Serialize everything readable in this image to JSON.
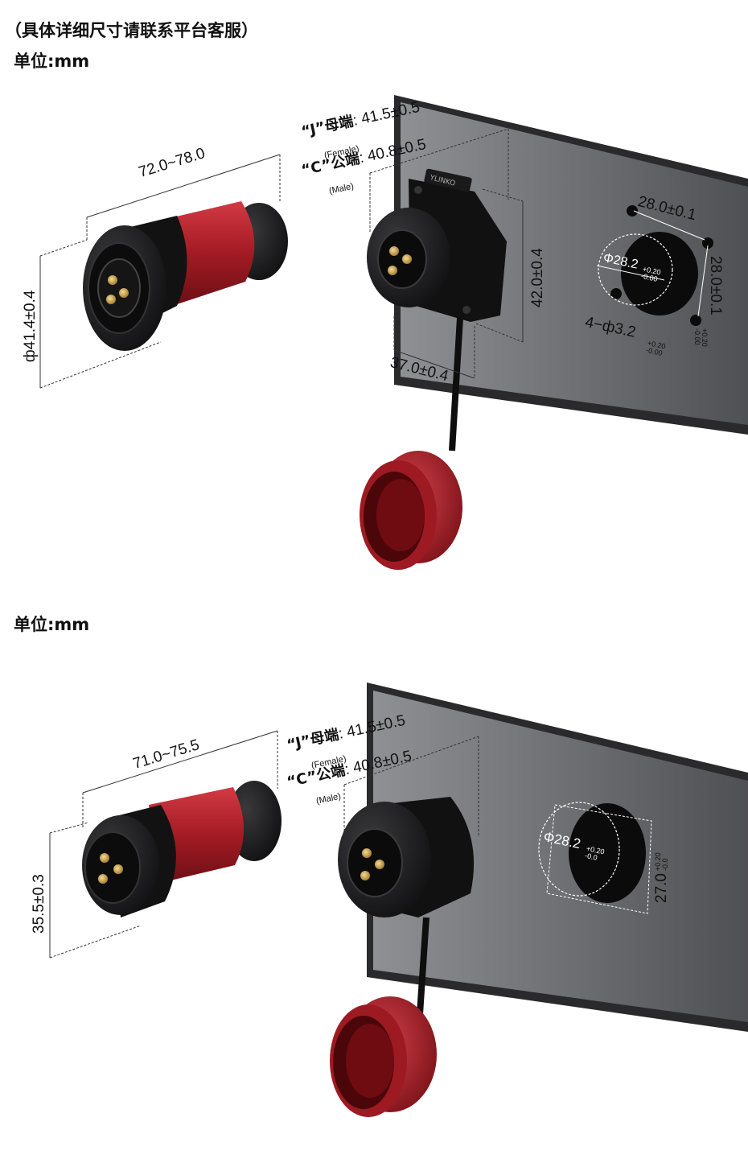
{
  "header": {
    "note": "（具体详细尺寸请联系平台客服）",
    "unit_top": "单位:mm",
    "unit_bottom": "单位:mm"
  },
  "colors": {
    "panel": "#7b7c7f",
    "panel_edge": "#2a2a2c",
    "connector_black": "#1c1c1e",
    "connector_red": "#b3202a",
    "pin_gold": "#d8b15a"
  },
  "top_product": {
    "plug_length": "72.0~78.0",
    "plug_diameter": "ф41.4±0.4",
    "female_label": "“J”母端",
    "female_sub": "(Female)",
    "female_value": ": 41.5±0.5",
    "male_label": "“C”公端",
    "male_sub": "(Male)",
    "male_value": ": 40.8±0.5",
    "flange_height": "42.0±0.4",
    "flange_width": "37.0±0.4",
    "hole_spacing_h": "28.0±0.1",
    "hole_spacing_v": "28.0±0.1",
    "hole_spacing_v_tol_plus": "+0.20",
    "hole_spacing_v_tol_minus": "-0.00",
    "cutout_diameter": "Φ28.2",
    "cutout_tol_plus": "+0.20",
    "cutout_tol_minus": "-0.00",
    "mount_holes": "4−ф3.2",
    "mount_tol_plus": "+0.20",
    "mount_tol_minus": "-0.00",
    "logo_text": "YLINKO"
  },
  "bottom_product": {
    "plug_length": "71.0~75.5",
    "plug_diameter": "35.5±0.3",
    "female_label": "“J”母端",
    "female_sub": "(Female)",
    "female_value": ": 41.5±0.5",
    "male_label": "“C”公端",
    "male_sub": "(Male)",
    "male_value": ": 40.8±0.5",
    "cutout_diameter": "Φ28.2",
    "cutout_tol_plus": "+0.20",
    "cutout_tol_minus": "-0.0",
    "flat_height": "27.0",
    "flat_tol_plus": "+0.20",
    "flat_tol_minus": "-0.0"
  }
}
